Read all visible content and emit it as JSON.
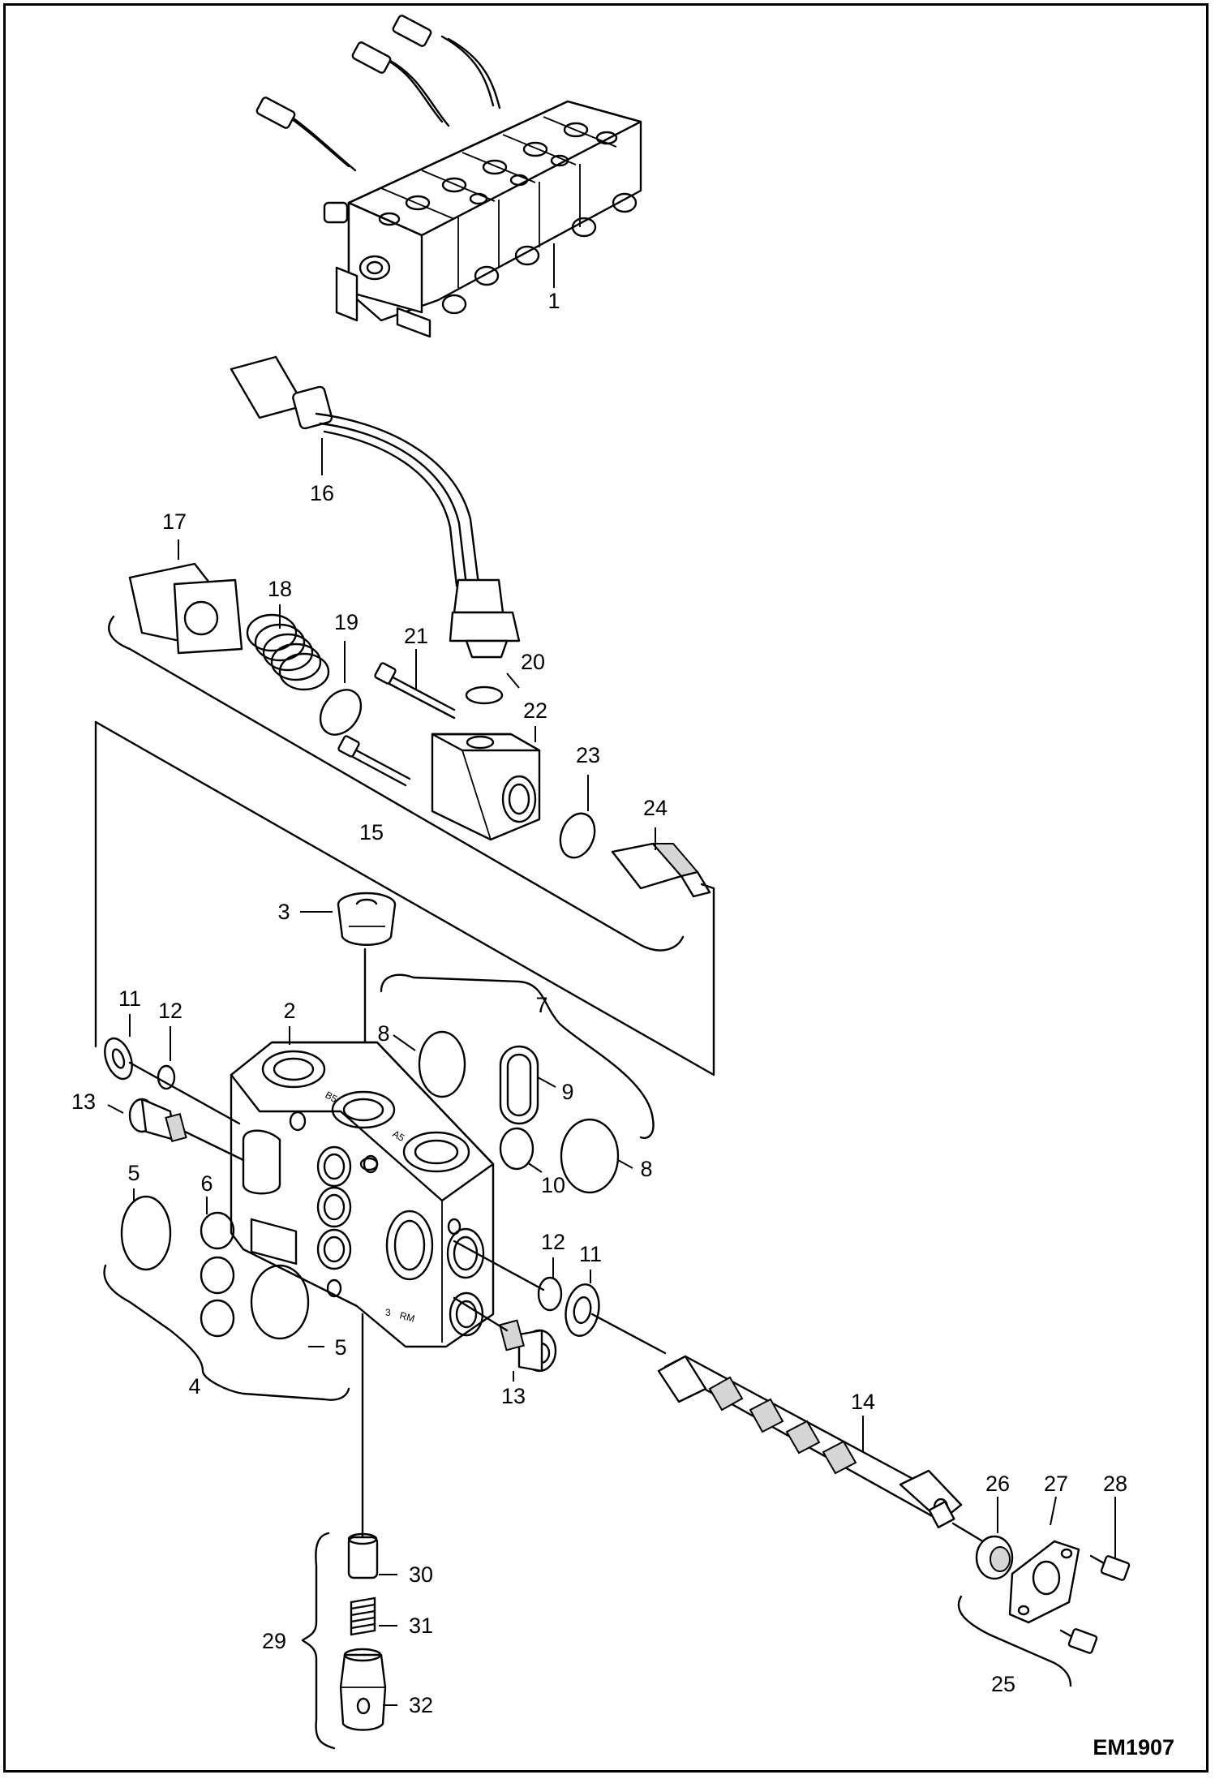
{
  "figure_code": "EM1907",
  "part_callouts": [
    "1",
    "2",
    "3",
    "4",
    "5",
    "6",
    "7",
    "8",
    "9",
    "10",
    "11",
    "12",
    "13",
    "14",
    "15",
    "16",
    "17",
    "18",
    "19",
    "20",
    "21",
    "22",
    "23",
    "24",
    "25",
    "26",
    "27",
    "28",
    "29",
    "30",
    "31",
    "32"
  ],
  "body_markings": [
    "B5",
    "A5",
    "3",
    "RM"
  ]
}
